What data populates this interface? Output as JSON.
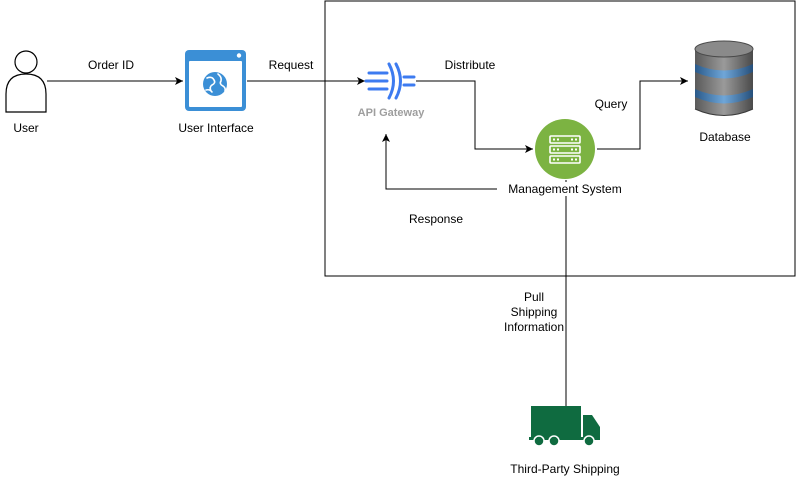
{
  "nodes": {
    "user": {
      "label": "User",
      "icon": "user-icon"
    },
    "ui": {
      "label": "User Interface",
      "icon": "browser-globe-icon",
      "color": "#3b8fd6"
    },
    "gateway": {
      "label": "API Gateway",
      "icon": "api-gateway-icon",
      "color": "#3d7bf0"
    },
    "management": {
      "label": "Management System",
      "icon": "server-icon",
      "color": "#7cb342"
    },
    "database": {
      "label": "Database",
      "icon": "database-icon",
      "color": "#3f6fa0"
    },
    "shipping": {
      "label": "Third-Party Shipping",
      "icon": "truck-icon",
      "color": "#0f6b40"
    }
  },
  "edges": {
    "order_id": "Order ID",
    "request": "Request",
    "distribute": "Distribute",
    "query": "Query",
    "response": "Response",
    "pull_line1": "Pull",
    "pull_line2": "Shipping",
    "pull_line3": "Information"
  }
}
